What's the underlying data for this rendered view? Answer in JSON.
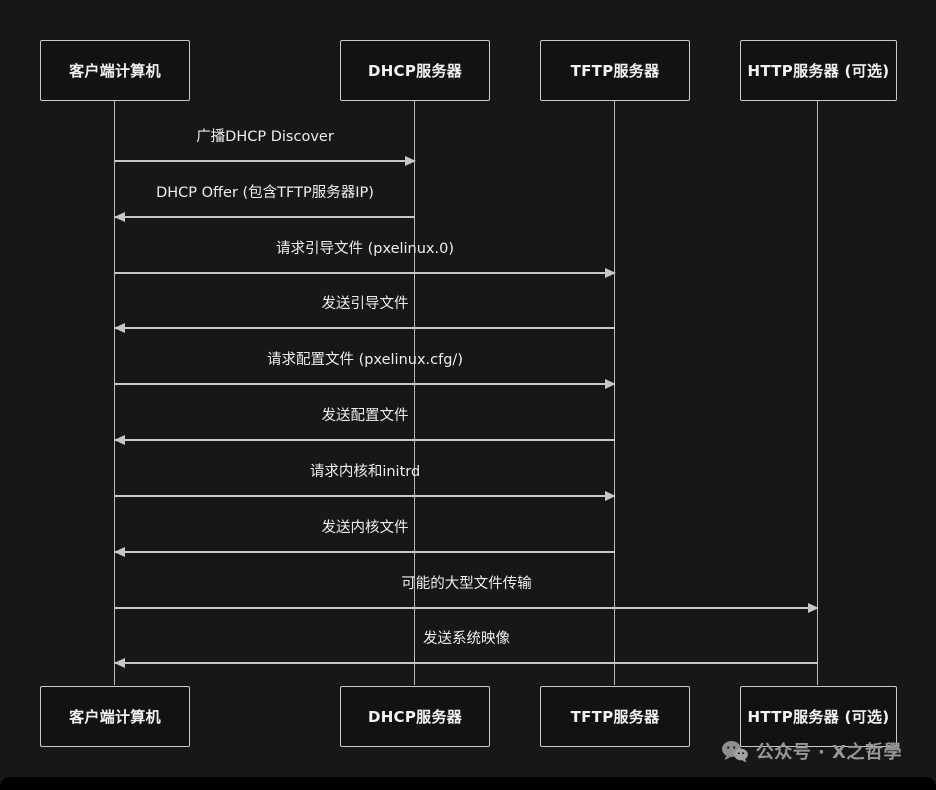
{
  "diagram": {
    "title": "PXE boot sequence diagram",
    "participants": [
      {
        "id": "client",
        "label": "客户端计算机"
      },
      {
        "id": "dhcp",
        "label": "DHCP服务器"
      },
      {
        "id": "tftp",
        "label": "TFTP服务器"
      },
      {
        "id": "http",
        "label": "HTTP服务器 (可选)"
      }
    ],
    "messages": [
      {
        "from": "client",
        "to": "dhcp",
        "direction": "right",
        "label": "广播DHCP Discover"
      },
      {
        "from": "dhcp",
        "to": "client",
        "direction": "left",
        "label": "DHCP Offer (包含TFTP服务器IP)"
      },
      {
        "from": "client",
        "to": "tftp",
        "direction": "right",
        "label": "请求引导文件 (pxelinux.0)"
      },
      {
        "from": "tftp",
        "to": "client",
        "direction": "left",
        "label": "发送引导文件"
      },
      {
        "from": "client",
        "to": "tftp",
        "direction": "right",
        "label": "请求配置文件 (pxelinux.cfg/)"
      },
      {
        "from": "tftp",
        "to": "client",
        "direction": "left",
        "label": "发送配置文件"
      },
      {
        "from": "client",
        "to": "tftp",
        "direction": "right",
        "label": "请求内核和initrd"
      },
      {
        "from": "tftp",
        "to": "client",
        "direction": "left",
        "label": "发送内核文件"
      },
      {
        "from": "client",
        "to": "http",
        "direction": "right",
        "label": "可能的大型文件传输"
      },
      {
        "from": "http",
        "to": "client",
        "direction": "left",
        "label": "发送系统映像"
      }
    ]
  },
  "watermark": {
    "icon": "wechat-icon",
    "text": "公众号 · X之哲學"
  },
  "colors": {
    "background": "#171717",
    "box_background": "#121212",
    "box_border": "#c9c9c9",
    "lifeline": "#bdbdbd",
    "arrow": "#c6c6c6",
    "text": "#f2f2f2",
    "watermark": "#979797"
  }
}
